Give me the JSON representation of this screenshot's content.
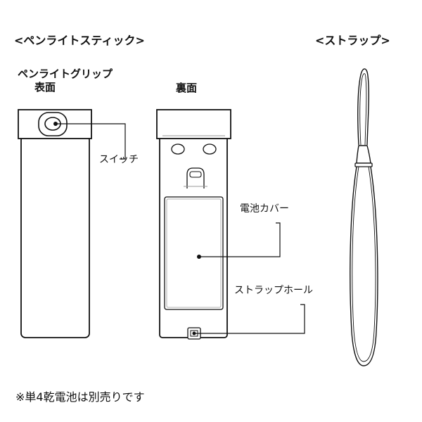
{
  "headings": {
    "penlight_stick": "<ペンライトスティック>",
    "strap": "<ストラップ>"
  },
  "views": {
    "grip_front_line1": "ペンライトグリップ",
    "grip_front_line2": "表面",
    "back": "裏面"
  },
  "callouts": {
    "switch": "スイッチ",
    "battery_cover": "電池カバー",
    "strap_hole": "ストラップホール"
  },
  "footnote": "※単4乾電池は別売りです",
  "colors": {
    "outline": "#111111",
    "fill": "#ffffff",
    "inner_line": "#9a9a9a"
  }
}
